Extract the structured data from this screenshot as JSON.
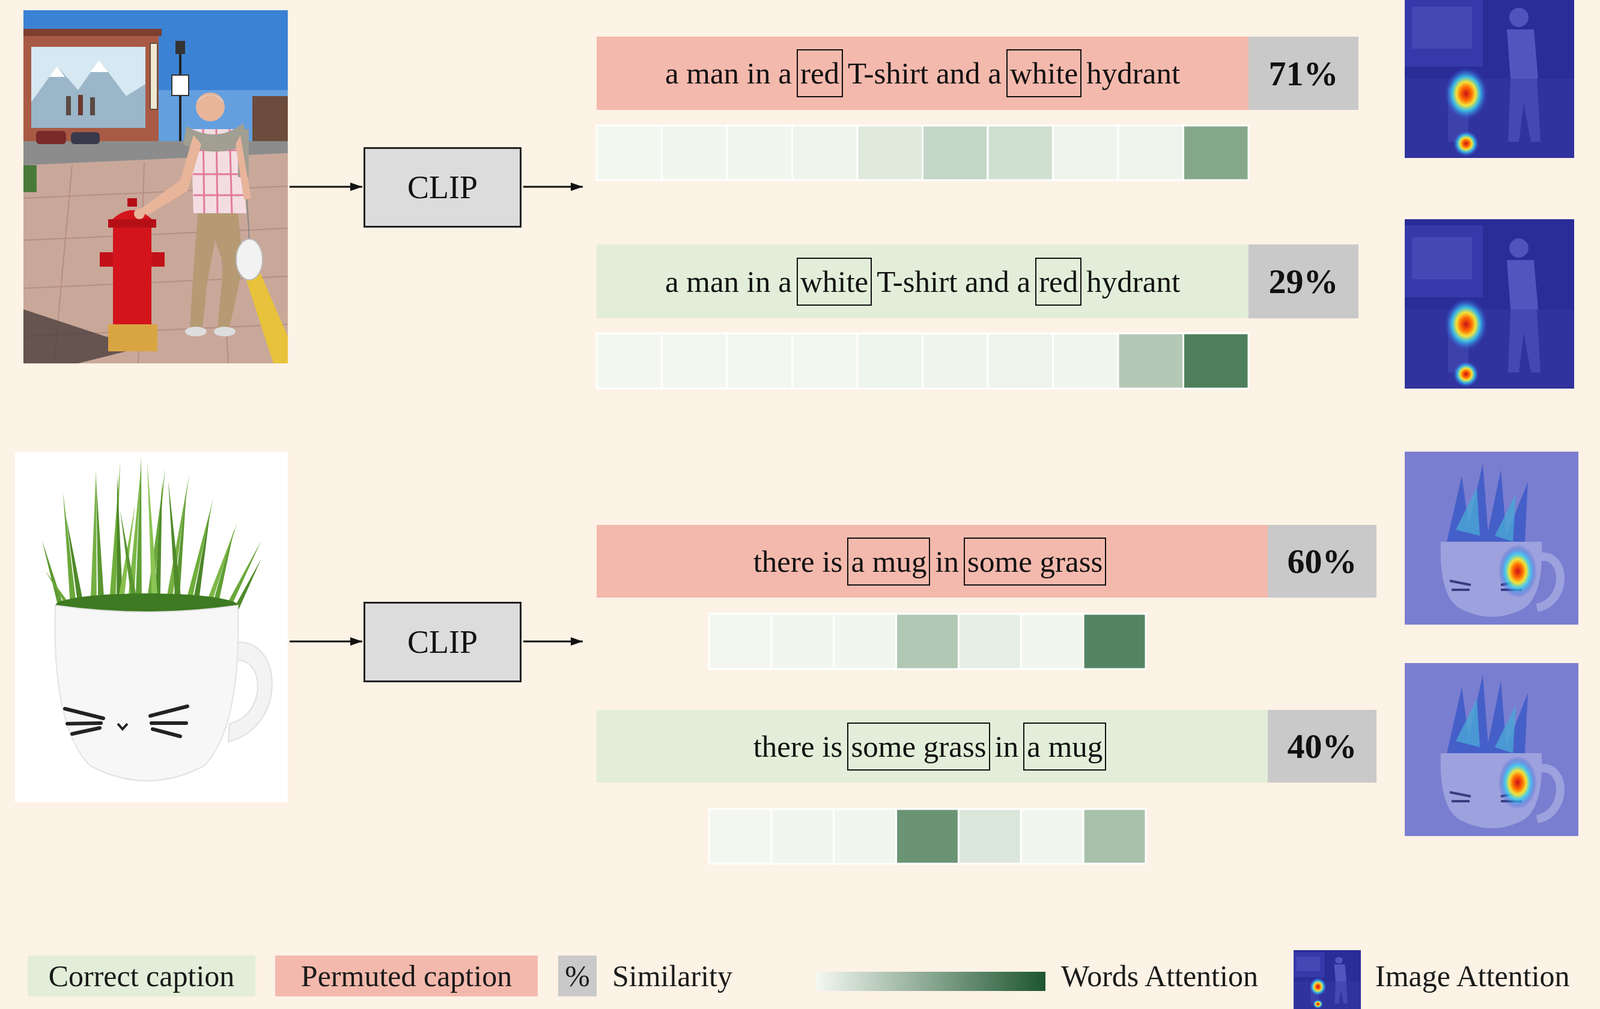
{
  "diagram": {
    "nodes": [
      {
        "text": [
          "CLIP"
        ]
      },
      {
        "text": [
          "a man in a",
          "T-shirt and a",
          "hydrant"
        ]
      },
      {
        "text": [
          "red"
        ],
        "in": 1
      },
      {
        "text": [
          "white"
        ],
        "in": 1
      },
      {
        "text": [
          "71%"
        ]
      },
      {
        "text": [
          "a man in a",
          "T-shirt and a",
          "hydrant"
        ]
      },
      {
        "text": [
          "white"
        ],
        "in": 5
      },
      {
        "text": [
          "red"
        ],
        "in": 5
      },
      {
        "text": [
          "29%"
        ]
      },
      {
        "text": [
          "CLIP"
        ]
      },
      {
        "text": [
          "there is",
          "in"
        ]
      },
      {
        "text": [
          "a mug"
        ],
        "in": 10
      },
      {
        "text": [
          "some grass"
        ],
        "in": 10
      },
      {
        "text": [
          "60%"
        ]
      },
      {
        "text": [
          "there is",
          "in"
        ]
      },
      {
        "text": [
          "some grass"
        ],
        "in": 14
      },
      {
        "text": [
          "a mug"
        ],
        "in": 14
      },
      {
        "text": [
          "40%"
        ]
      }
    ],
    "labels": [
      "%"
    ],
    "legend": [
      {
        "text": "Correct caption",
        "color": "#e2eed9"
      },
      {
        "text": "Permuted caption",
        "color": "#f4b9ad"
      },
      {
        "text": "Similarity",
        "color": "#c9c9c9"
      },
      {
        "text": "Words Attention"
      },
      {
        "text": "Image Attention"
      }
    ]
  }
}
